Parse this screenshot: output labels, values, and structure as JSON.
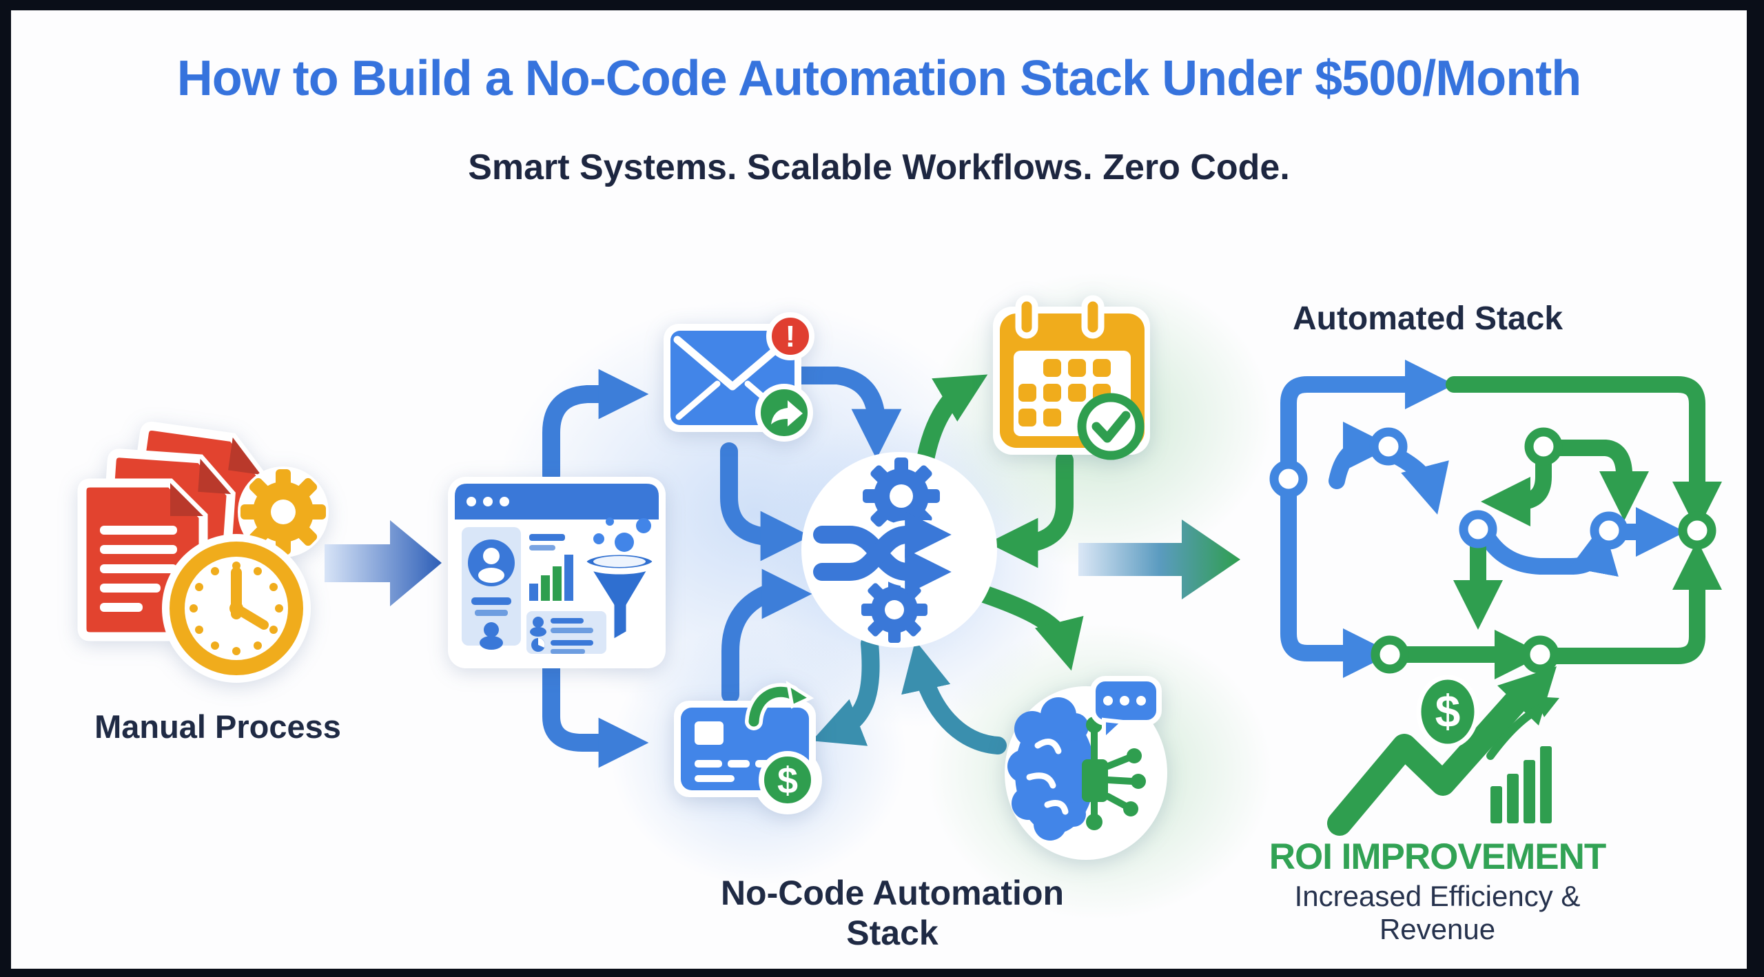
{
  "header": {
    "title": "How to Build a No-Code Automation Stack Under $500/Month",
    "subtitle": "Smart Systems. Scalable Workflows. Zero Code."
  },
  "labels": {
    "manual_process": "Manual Process",
    "no_code_stack": "No-Code Automation Stack",
    "automated_stack": "Automated Stack",
    "roi_title": "ROI IMPROVEMENT",
    "roi_subtitle": "Increased Efficiency & Revenue"
  },
  "badges": {
    "email_alert": "!",
    "money": "$",
    "roi_coin": "$"
  },
  "icons": {
    "manual": [
      "documents-stack-icon",
      "gear-icon",
      "clock-icon"
    ],
    "stack_tools": [
      "crm-dashboard-icon",
      "email-alert-icon",
      "calendar-check-icon",
      "payment-card-icon",
      "ai-brain-icon"
    ],
    "hub": "automation-hub-icon",
    "results": [
      "workflow-network-icon",
      "roi-growth-icon"
    ]
  },
  "colors": {
    "title_blue": "#3673dd",
    "navy": "#1f2a44",
    "flow_blue": "#3d7ed9",
    "flow_green": "#2f9e4f",
    "flow_teal": "#3a8fae",
    "accent_yellow": "#f0ac1c",
    "accent_red": "#e03e30",
    "roi_green": "#31a254"
  }
}
